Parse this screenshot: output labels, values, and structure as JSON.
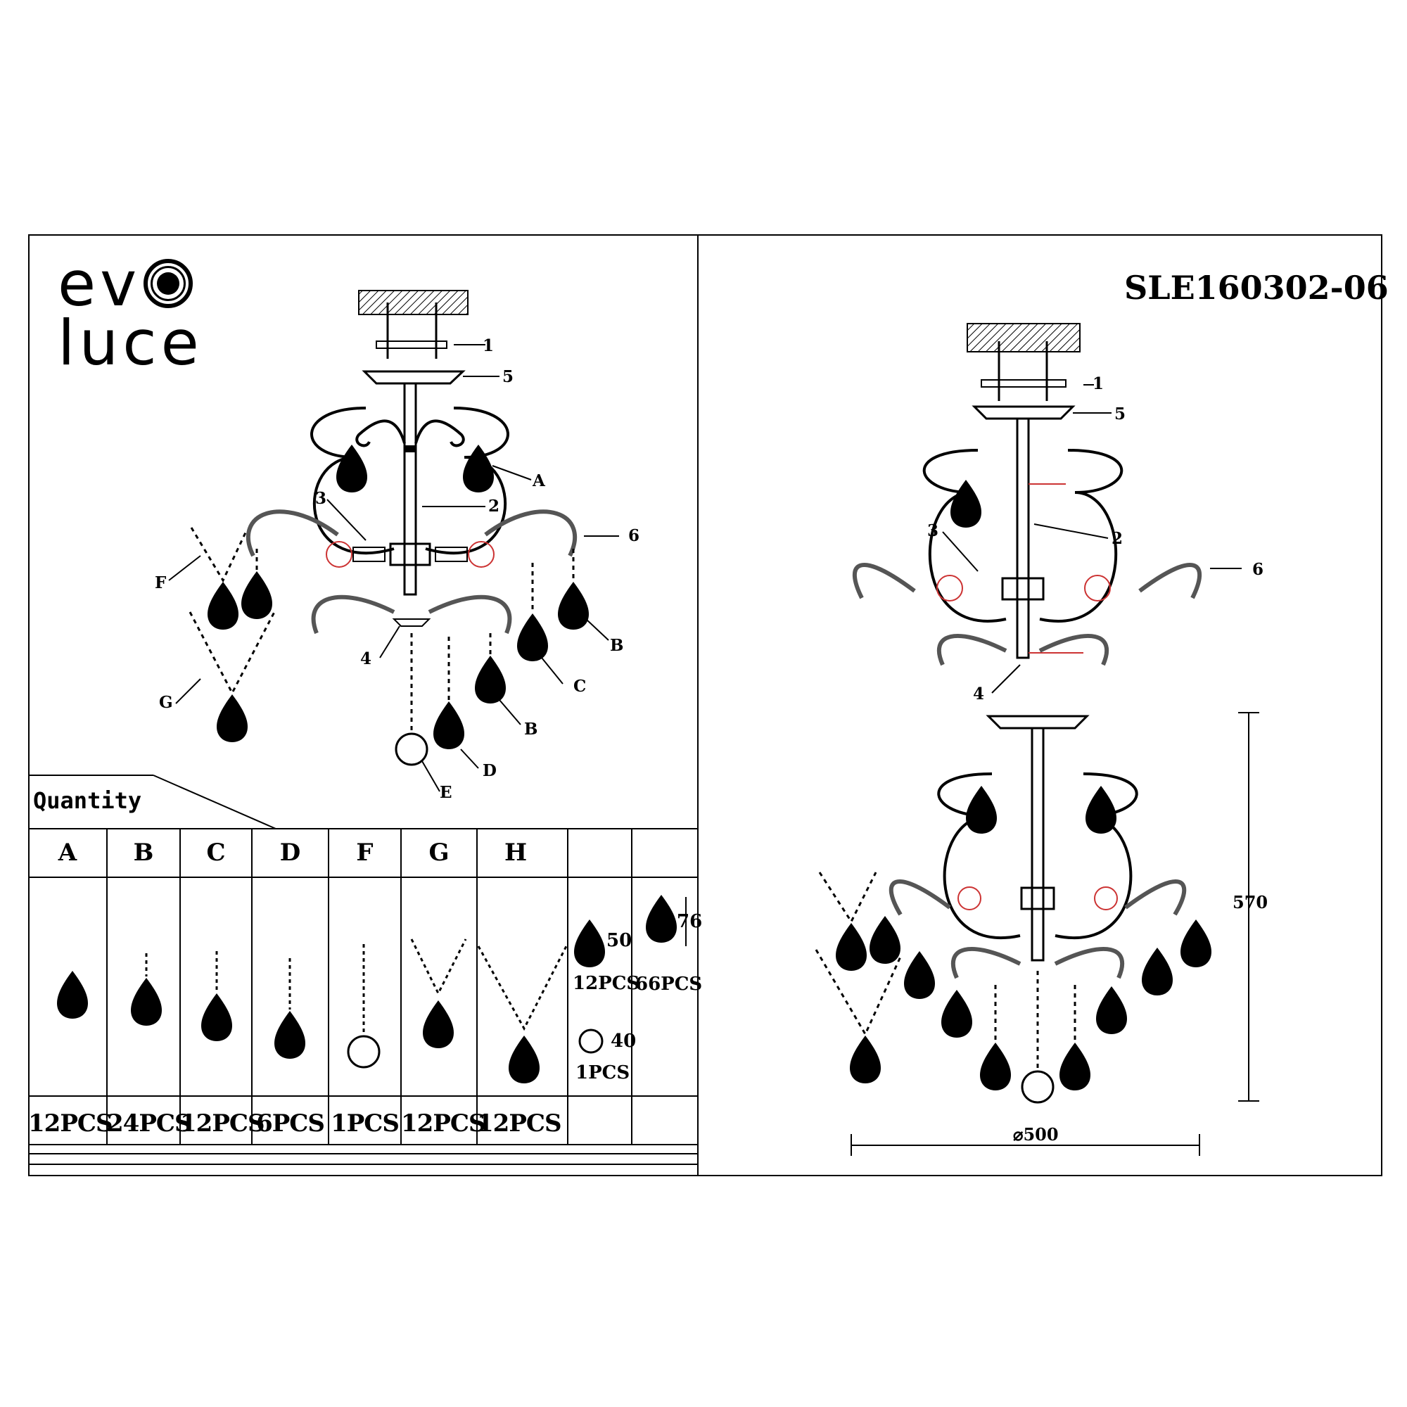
{
  "brand": {
    "line1": "ev",
    "line2": "luce"
  },
  "model": "SLE160302-06",
  "callouts": {
    "left": [
      "1",
      "5",
      "A",
      "2",
      "3",
      "6",
      "F",
      "B",
      "C",
      "4",
      "G",
      "B",
      "D",
      "E"
    ],
    "right": [
      "1",
      "5",
      "3",
      "2",
      "6",
      "4"
    ]
  },
  "quantity": {
    "title": "Quantity",
    "headers": [
      "A",
      "B",
      "C",
      "D",
      "F",
      "G",
      "H"
    ],
    "counts": [
      "12PCS",
      "24PCS",
      "12PCS",
      "6PCS",
      "1PCS",
      "12PCS",
      "12PCS"
    ],
    "crystals": [
      {
        "size": "50",
        "count": "12PCS"
      },
      {
        "size": "40",
        "count": "1PCS"
      },
      {
        "size": "76",
        "count": "66PCS"
      }
    ]
  },
  "dimensions": {
    "height": "570",
    "diameter": "⌀500"
  }
}
